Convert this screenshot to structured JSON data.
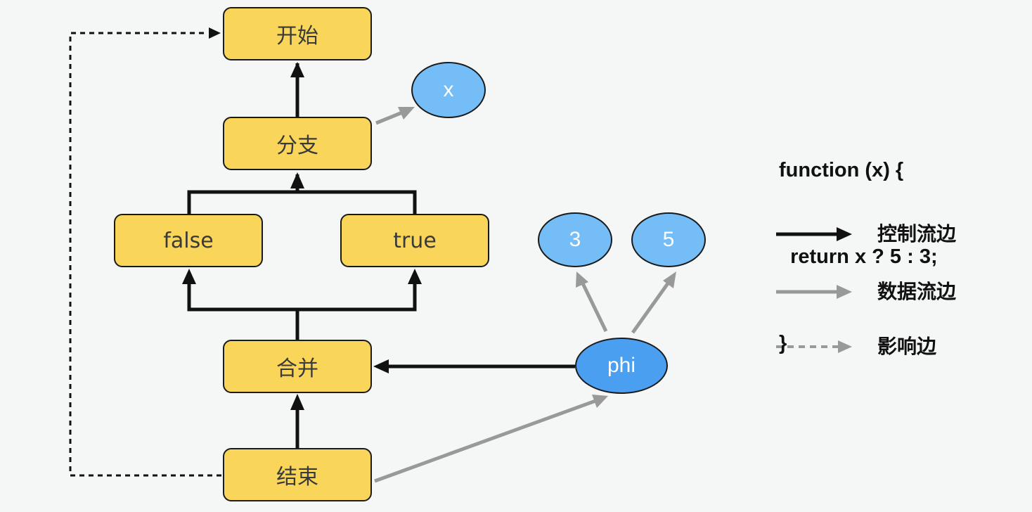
{
  "nodes": {
    "start": "开始",
    "branch": "分支",
    "false": "false",
    "true": "true",
    "merge": "合并",
    "end": "结束"
  },
  "values": {
    "x": "x",
    "three": "3",
    "five": "5",
    "phi": "phi"
  },
  "code": {
    "line1": "function (x) {",
    "line2": "  return x ? 5 : 3;",
    "line3": "}"
  },
  "legend": {
    "control": "控制流边",
    "data": "数据流边",
    "effect": "影响边"
  },
  "colors": {
    "control_node": "#f9d55a",
    "value_node": "#74bdf6",
    "phi_node": "#4a9ff0",
    "control_edge": "#111111",
    "data_edge": "#999999",
    "effect_edge": "#999999"
  }
}
